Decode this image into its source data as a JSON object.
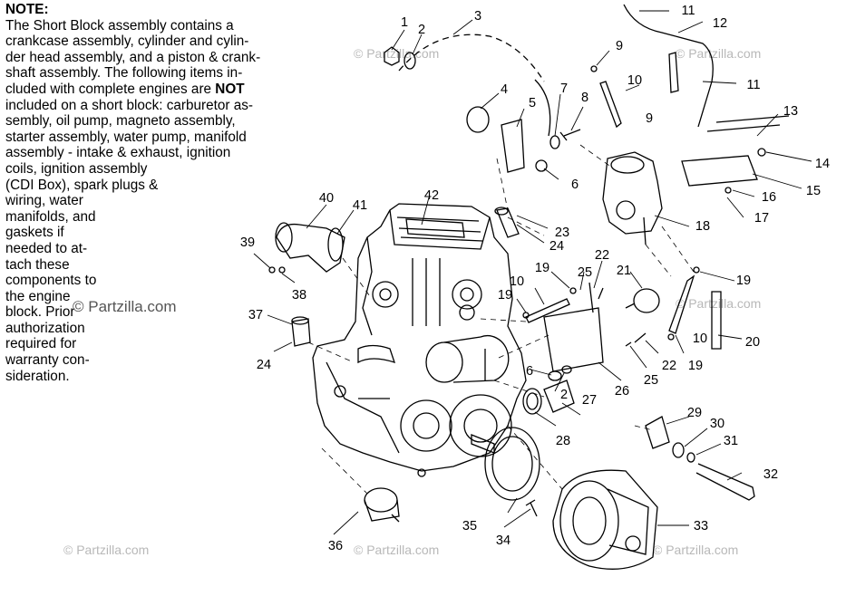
{
  "note": {
    "heading": "NOTE:",
    "lines": [
      "The Short Block assembly contains a",
      "crankcase assembly, cylinder and cylin-",
      "der head assembly, and a piston & crank-",
      "shaft assembly.  The following items in-",
      "cluded with complete engines are NOT",
      "included on a short block:  carburetor as-",
      "sembly, oil pump, magneto assembly,",
      "starter assembly, water pump, manifold",
      "assembly - intake & exhaust, ignition",
      "coils, ignition assembly",
      "(CDI Box), spark plugs &",
      "wiring, water",
      "manifolds, and",
      "gaskets if",
      "needed to at-",
      "tach these",
      "components to",
      "the engine",
      "block.  Prior",
      "authorization",
      "required for",
      "warranty con-",
      "sideration."
    ]
  },
  "watermark": "© Partzilla.com",
  "callouts": [
    {
      "id": "c1",
      "label": "1"
    },
    {
      "id": "c2",
      "label": "2"
    },
    {
      "id": "c3",
      "label": "3"
    },
    {
      "id": "c4",
      "label": "4"
    },
    {
      "id": "c5",
      "label": "5"
    },
    {
      "id": "c6a",
      "label": "6"
    },
    {
      "id": "c7",
      "label": "7"
    },
    {
      "id": "c8",
      "label": "8"
    },
    {
      "id": "c9a",
      "label": "9"
    },
    {
      "id": "c9b",
      "label": "9"
    },
    {
      "id": "c10a",
      "label": "10"
    },
    {
      "id": "c11a",
      "label": "11"
    },
    {
      "id": "c11b",
      "label": "11"
    },
    {
      "id": "c12",
      "label": "12"
    },
    {
      "id": "c13",
      "label": "13"
    },
    {
      "id": "c14",
      "label": "14"
    },
    {
      "id": "c15",
      "label": "15"
    },
    {
      "id": "c16",
      "label": "16"
    },
    {
      "id": "c17",
      "label": "17"
    },
    {
      "id": "c18",
      "label": "18"
    },
    {
      "id": "c19a",
      "label": "19"
    },
    {
      "id": "c19b",
      "label": "19"
    },
    {
      "id": "c19c",
      "label": "19"
    },
    {
      "id": "c19d",
      "label": "19"
    },
    {
      "id": "c20",
      "label": "20"
    },
    {
      "id": "c21",
      "label": "21"
    },
    {
      "id": "c22a",
      "label": "22"
    },
    {
      "id": "c22b",
      "label": "22"
    },
    {
      "id": "c23",
      "label": "23"
    },
    {
      "id": "c24a",
      "label": "24"
    },
    {
      "id": "c24b",
      "label": "24"
    },
    {
      "id": "c25a",
      "label": "25"
    },
    {
      "id": "c25b",
      "label": "25"
    },
    {
      "id": "c26",
      "label": "26"
    },
    {
      "id": "c27",
      "label": "27"
    },
    {
      "id": "c28",
      "label": "28"
    },
    {
      "id": "c29",
      "label": "29"
    },
    {
      "id": "c30",
      "label": "30"
    },
    {
      "id": "c31",
      "label": "31"
    },
    {
      "id": "c32",
      "label": "32"
    },
    {
      "id": "c33",
      "label": "33"
    },
    {
      "id": "c34",
      "label": "34"
    },
    {
      "id": "c35",
      "label": "35"
    },
    {
      "id": "c36",
      "label": "36"
    },
    {
      "id": "c37",
      "label": "37"
    },
    {
      "id": "c38",
      "label": "38"
    },
    {
      "id": "c39",
      "label": "39"
    },
    {
      "id": "c40",
      "label": "40"
    },
    {
      "id": "c41",
      "label": "41"
    },
    {
      "id": "c42",
      "label": "42"
    },
    {
      "id": "c6b",
      "label": "6"
    },
    {
      "id": "c2b",
      "label": "2"
    },
    {
      "id": "c10b",
      "label": "10"
    },
    {
      "id": "c10c",
      "label": "10"
    }
  ]
}
